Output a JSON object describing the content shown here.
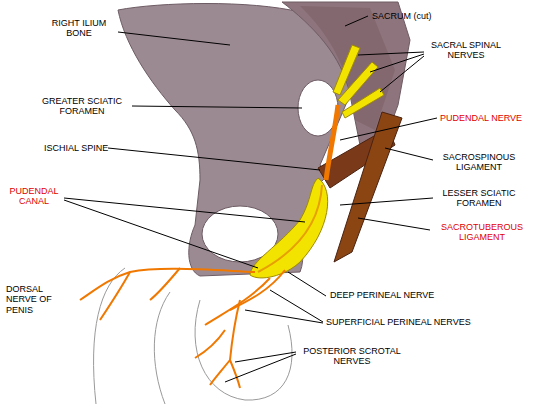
{
  "diagram": {
    "labels": [
      "SACRUM (cut)",
      "RIGHT ILIUM BONE",
      "SACRAL SPINAL NERVES",
      "GREATER SCIATIC FORAMEN",
      "PUDENDAL NERVE",
      "ISCHIAL SPINE",
      "SACROSPINOUS LIGAMENT",
      "LESSER SCIATIC FORAMEN",
      "PUDENDAL CANAL",
      "SACROTUBEROUS LIGAMENT",
      "DORSAL NERVE OF PENIS",
      "DEEP PERINEAL NERVE",
      "SUPERFICIAL PERINEAL NERVES",
      "POSTERIOR SCROTAL NERVES"
    ]
  }
}
